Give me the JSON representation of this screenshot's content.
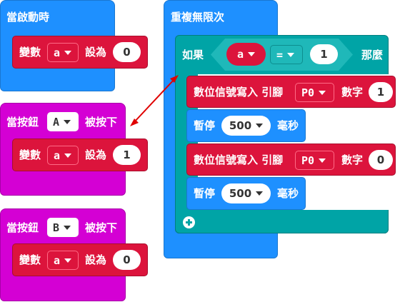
{
  "on_start": {
    "hat_label": "當啟動時"
  },
  "set_a_start": {
    "label_var": "變數",
    "var": "a",
    "label_to": "設為",
    "value": "0"
  },
  "on_a": {
    "label": "當按鈕",
    "button": "A",
    "label_suffix": "被按下"
  },
  "set_a_on_a": {
    "label_var": "變數",
    "var": "a",
    "label_to": "設為",
    "value": "1"
  },
  "on_b": {
    "label": "當按鈕",
    "button": "B",
    "label_suffix": "被按下"
  },
  "set_a_on_b": {
    "label_var": "變數",
    "var": "a",
    "label_to": "設為",
    "value": "0"
  },
  "forever": {
    "label": "重複無限次"
  },
  "if_block": {
    "label_if": "如果",
    "var": "a",
    "op": "=",
    "value": "1",
    "label_then": "那麼"
  },
  "write1": {
    "label": "數位信號寫入 引腳",
    "pin": "P0",
    "label_value": "數字",
    "value": "1"
  },
  "pause1": {
    "label": "暫停",
    "value": "500",
    "unit": "毫秒"
  },
  "write2": {
    "label": "數位信號寫入 引腳",
    "pin": "P0",
    "label_value": "數字",
    "value": "0"
  },
  "pause2": {
    "label": "暫停",
    "value": "500",
    "unit": "毫秒"
  },
  "plus_icon": "plus-circle-icon",
  "colors": {
    "basic": "#1e90ff",
    "input": "#d400d4",
    "variables": "#dc143c",
    "logic": "#00a4a6",
    "arrow": "#e00000"
  }
}
